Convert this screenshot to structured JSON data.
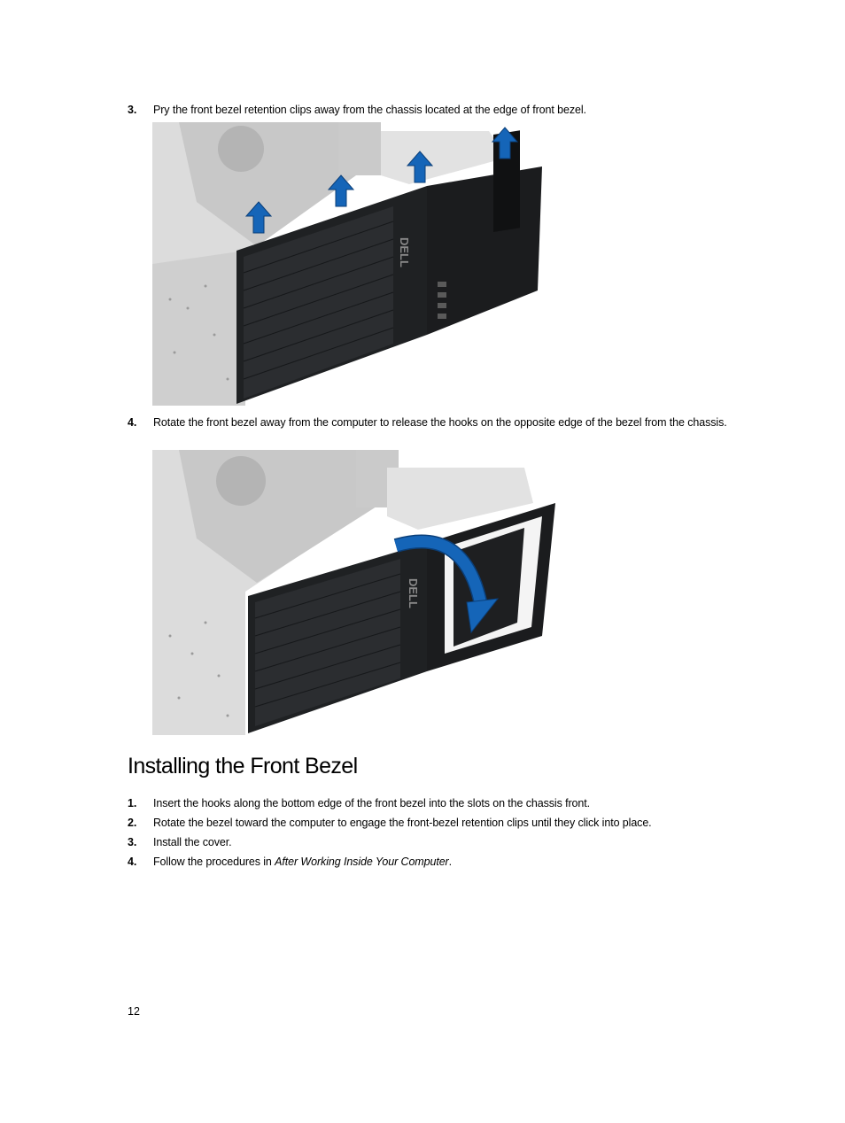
{
  "steps_before": [
    {
      "number": "3.",
      "text": "Pry the front bezel retention clips away from the chassis located at the edge of front bezel."
    },
    {
      "number": "4.",
      "text": "Rotate the front bezel away from the computer to release the hooks on the opposite edge of the bezel from the chassis."
    }
  ],
  "section": {
    "title": "Installing the Front Bezel",
    "steps": [
      {
        "number": "1.",
        "text": "Insert the hooks along the bottom edge of the front bezel into the slots on the chassis front."
      },
      {
        "number": "2.",
        "text": "Rotate the bezel toward the computer to engage the front-bezel retention clips until they click into place."
      },
      {
        "number": "3.",
        "text": "Install the cover."
      },
      {
        "number": "4.",
        "text_prefix": "Follow the procedures in ",
        "text_link": "After Working Inside Your Computer",
        "text_suffix": "."
      }
    ]
  },
  "figures": {
    "logo_text": "DELL",
    "arrow_color": "#1565b8",
    "bezel_color": "#1f2123",
    "chassis_color": "#d6d6d6"
  },
  "page_number": "12"
}
